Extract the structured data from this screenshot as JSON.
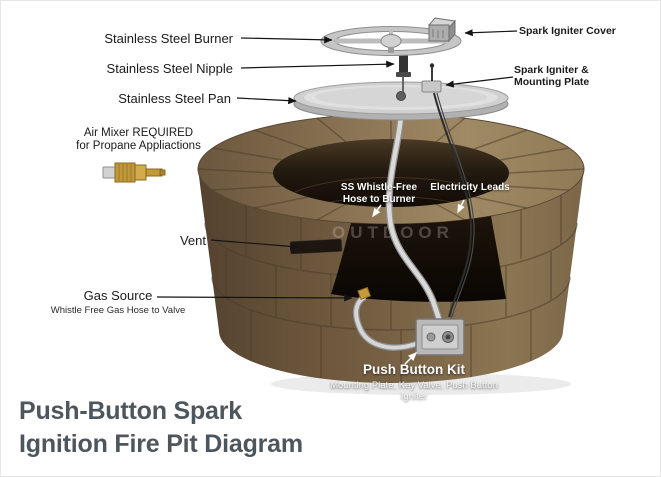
{
  "title": {
    "line1": "Push-Button Spark",
    "line2": "Ignition Fire Pit Diagram"
  },
  "labels": {
    "burner": "Stainless Steel Burner",
    "nipple": "Stainless Steel Nipple",
    "pan": "Stainless Steel Pan",
    "air_mixer_line1": "Air Mixer REQUIRED",
    "air_mixer_line2": "for Propane Appliactions",
    "spark_igniter_cover": "Spark Igniter Cover",
    "spark_igniter_plate_line1": "Spark Igniter &",
    "spark_igniter_plate_line2": "Mounting Plate",
    "hose_line1": "SS Whistle-Free",
    "hose_line2": "Hose to Burner",
    "electricity": "Electricity Leads",
    "vent": "Vent",
    "gas_source": "Gas Source",
    "gas_source_sub": "Whistle Free Gas Hose to Valve",
    "push_button_kit": "Push Button Kit",
    "push_button_kit_sub": "Mounting Plate, Key Valve, Push Button Igniter"
  },
  "watermark": "OUTDOOR",
  "colors": {
    "stone_dark": "#54422f",
    "stone_mid": "#7b6547",
    "stone_light": "#a08a64",
    "steel": "#c9c9c9",
    "brass": "#c2983a",
    "title_text": "#4d565c",
    "label_text": "#1a1a1a",
    "white_label": "#ffffff",
    "background": "#ffffff"
  }
}
